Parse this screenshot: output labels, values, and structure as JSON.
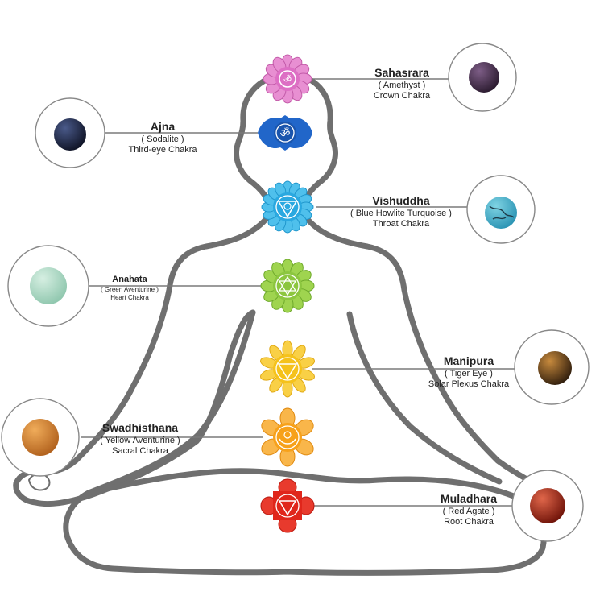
{
  "colors": {
    "body_outline": "#6f6f6f",
    "connector": "#7a7a7a",
    "crown": "#dd6fc4",
    "third_eye": "#2166c9",
    "throat": "#2aa8e0",
    "heart": "#8cc63f",
    "solar_plexus": "#f5c21b",
    "sacral": "#f7a11a",
    "root": "#e0261b"
  },
  "chakras": [
    {
      "id": "sahasrara",
      "name": "Sahasrara",
      "stone": "( Amethyst )",
      "chakra": "Crown Chakra",
      "stone_colors": [
        "#7d5d86",
        "#2a1a2e"
      ]
    },
    {
      "id": "ajna",
      "name": "Ajna",
      "stone": "( Sodalite )",
      "chakra": "Third-eye Chakra",
      "stone_colors": [
        "#4a5a8a",
        "#0e1224"
      ]
    },
    {
      "id": "vishuddha",
      "name": "Vishuddha",
      "stone": "( Blue Howlite Turquoise )",
      "chakra": "Throat Chakra",
      "stone_colors": [
        "#7fd3e3",
        "#2a93b3"
      ]
    },
    {
      "id": "anahata",
      "name": "Anahata",
      "stone": "( Green Aventurine )",
      "chakra": "Heart Chakra",
      "stone_colors": [
        "#d6efe2",
        "#8ec6ad"
      ]
    },
    {
      "id": "manipura",
      "name": "Manipura",
      "stone": "( Tiger Eye )",
      "chakra": "Solar Plexus Chakra",
      "stone_colors": [
        "#c78a3d",
        "#2e1c0c"
      ]
    },
    {
      "id": "swadhisthana",
      "name": "Swadhisthana",
      "stone": "( Yellow Aventurine )",
      "chakra": "Sacral Chakra",
      "stone_colors": [
        "#f0ac5a",
        "#b0601c"
      ]
    },
    {
      "id": "muladhara",
      "name": "Muladhara",
      "stone": "( Red Agate )",
      "chakra": "Root Chakra",
      "stone_colors": [
        "#e0664a",
        "#6e1208"
      ]
    }
  ]
}
